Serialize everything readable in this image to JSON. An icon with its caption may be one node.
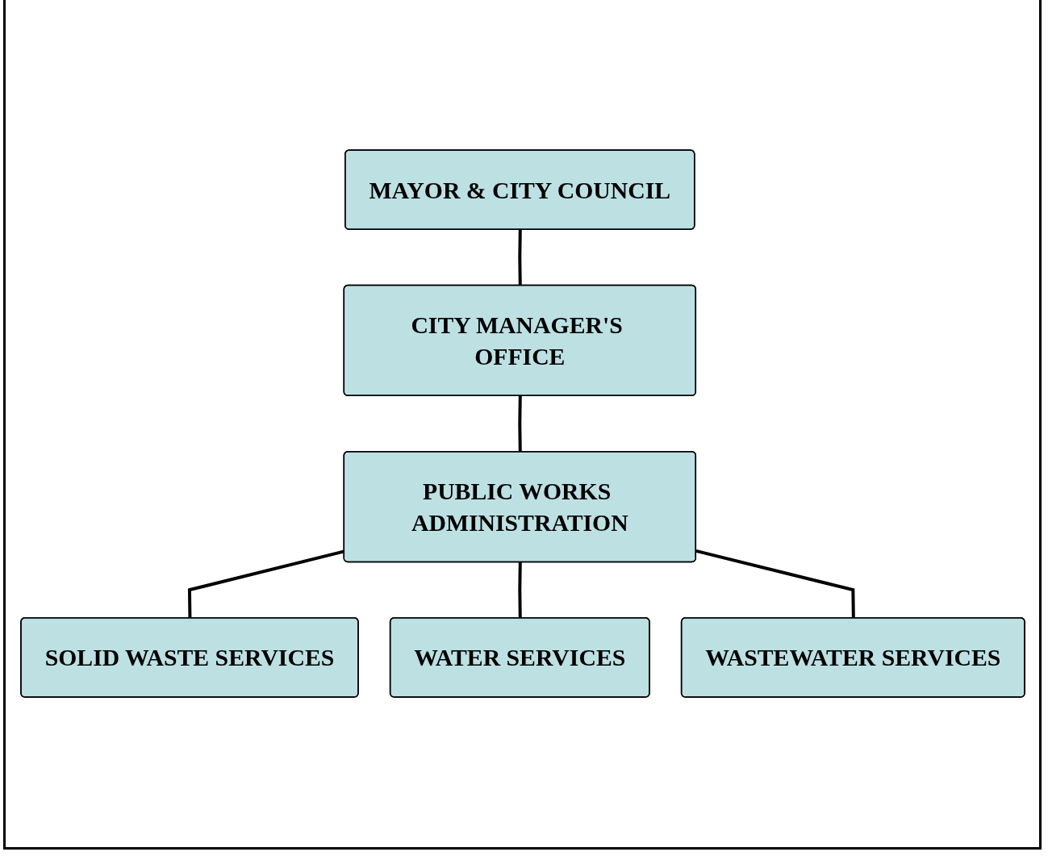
{
  "diagram": {
    "nodes": [
      {
        "text": [
          "MAYOR & CITY COUNCIL"
        ]
      },
      {
        "text": [
          "CITY MANAGER'S OFFICE"
        ]
      },
      {
        "text": [
          "PUBLIC WORKS ADMINISTRATION"
        ]
      },
      {
        "text": [
          "SOLID WASTE SERVICES"
        ]
      },
      {
        "text": [
          "WATER SERVICES"
        ]
      },
      {
        "text": [
          "WASTEWATER SERVICES"
        ]
      }
    ],
    "edges": [
      {
        "from": 0,
        "to": 1,
        "arrow": "none"
      },
      {
        "from": 1,
        "to": 2,
        "arrow": "none"
      },
      {
        "from": 2,
        "to": 3,
        "arrow": "none"
      },
      {
        "from": 2,
        "to": 4,
        "arrow": "none"
      },
      {
        "from": 2,
        "to": 5,
        "arrow": "none"
      }
    ]
  }
}
